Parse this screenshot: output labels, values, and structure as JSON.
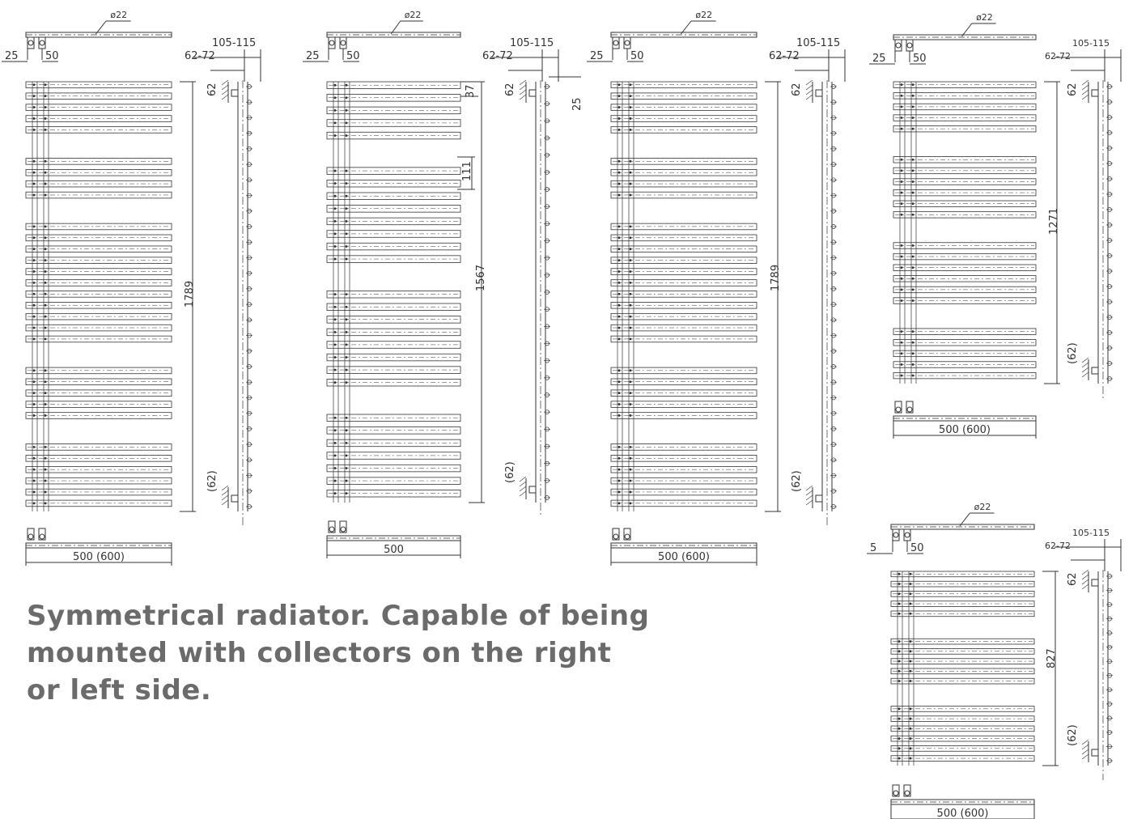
{
  "caption": {
    "line1": "Symmetrical radiator. Capable of being",
    "line2": "mounted with collectors on the right",
    "line3": "or left side."
  },
  "drawings": [
    {
      "id": "a",
      "pipe_diameter": "ø22",
      "left_offset": "25",
      "collector_spacing": "50",
      "depth_range": "105-115",
      "bracket_range": "62-72",
      "bracket_top": "62",
      "bracket_bottom": "(62)",
      "height": "1789",
      "width": "500 (600)",
      "groups": [
        5,
        4,
        11,
        5,
        6
      ]
    },
    {
      "id": "b",
      "pipe_diameter": "ø22",
      "left_offset": "25",
      "collector_spacing": "50",
      "depth_range": "105-115",
      "bracket_range": "62-72",
      "bracket_top": "62",
      "bracket_bottom": "(62)",
      "height": "1567",
      "top_gap": "37",
      "group_gap": "111",
      "side_offset": "25",
      "width": "500",
      "groups": [
        5,
        8,
        8,
        7
      ]
    },
    {
      "id": "c",
      "pipe_diameter": "ø22",
      "left_offset": "25",
      "collector_spacing": "50",
      "depth_range": "105-115",
      "bracket_range": "62-72",
      "bracket_top": "62",
      "bracket_bottom": "(62)",
      "height": "1789",
      "width": "500 (600)",
      "groups": [
        5,
        4,
        11,
        5,
        6
      ]
    },
    {
      "id": "d",
      "pipe_diameter": "ø22",
      "left_offset": "25",
      "collector_spacing": "50",
      "depth_range": "105-115",
      "bracket_range": "62-72",
      "bracket_top": "62",
      "bracket_bottom": "(62)",
      "height": "1271",
      "width": "500 (600)",
      "groups": [
        5,
        6,
        6,
        5
      ]
    },
    {
      "id": "e",
      "pipe_diameter": "ø22",
      "left_offset": "5",
      "collector_spacing": "50",
      "depth_range": "105-115",
      "bracket_range": "62-72",
      "bracket_top": "62",
      "bracket_bottom": "(62)",
      "height": "827",
      "width": "500 (600)",
      "groups": [
        5,
        5,
        6
      ]
    }
  ]
}
